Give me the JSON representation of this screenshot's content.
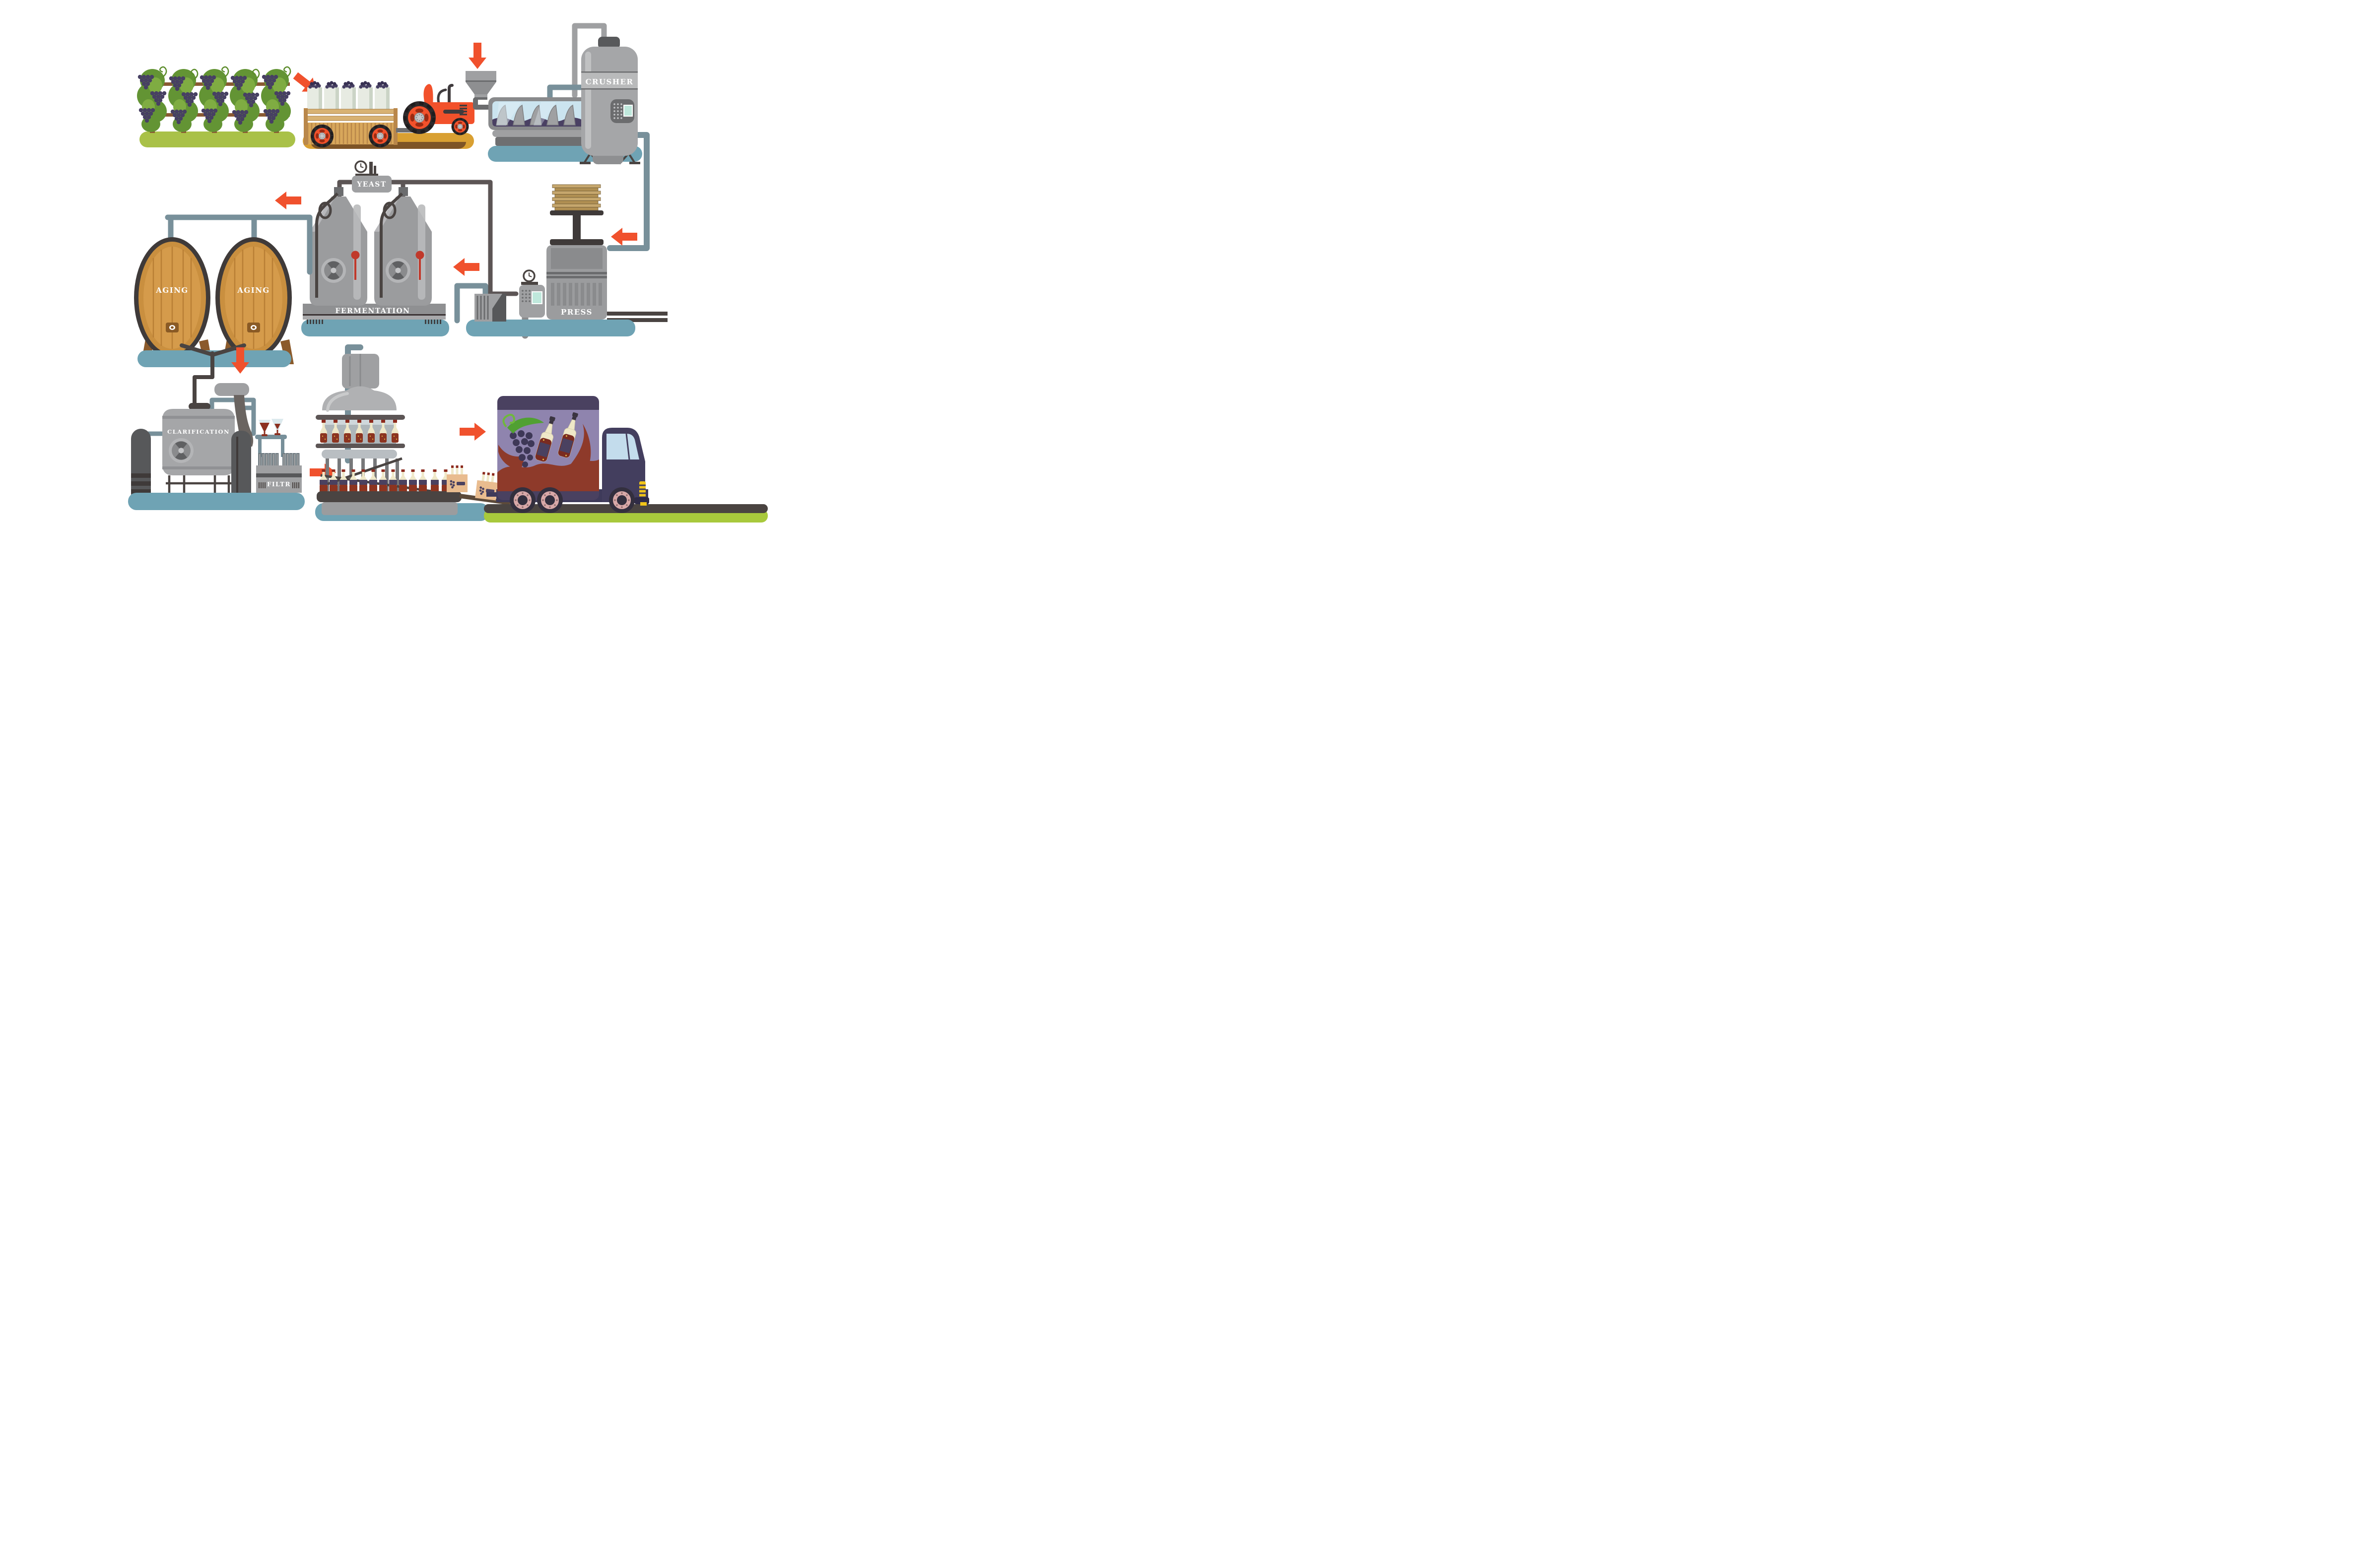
{
  "diagram": {
    "labels": {
      "crusher": "CRUSHER",
      "yeast": "YEAST",
      "aging_left": "AGING",
      "aging_right": "AGING",
      "fermentation": "FERMENTATION",
      "press": "PRESS",
      "clarification": "CLARIFICATION",
      "filter": "FILTR"
    },
    "colors": {
      "arrow": "#F0512D",
      "platform_teal": "#6FA3B4",
      "vineyard_ground": "#A9C148",
      "field_ground": "#D9A032",
      "field_ground_shadow": "#7E5426",
      "truck_ground": "#A8C93C",
      "truck_ground_bar": "#4A4441",
      "machine_gray": "#A5A6A8",
      "machine_dark": "#57585A",
      "pipe_slate": "#78909A",
      "pipe_dark": "#5C5555",
      "barrel_wood": "#D59B4B",
      "barrel_rim": "#3F3A39",
      "wine": "#7A2B20",
      "grape": "#474063",
      "tractor_red": "#F2512B",
      "glass_blue": "#CBE4EF"
    }
  }
}
